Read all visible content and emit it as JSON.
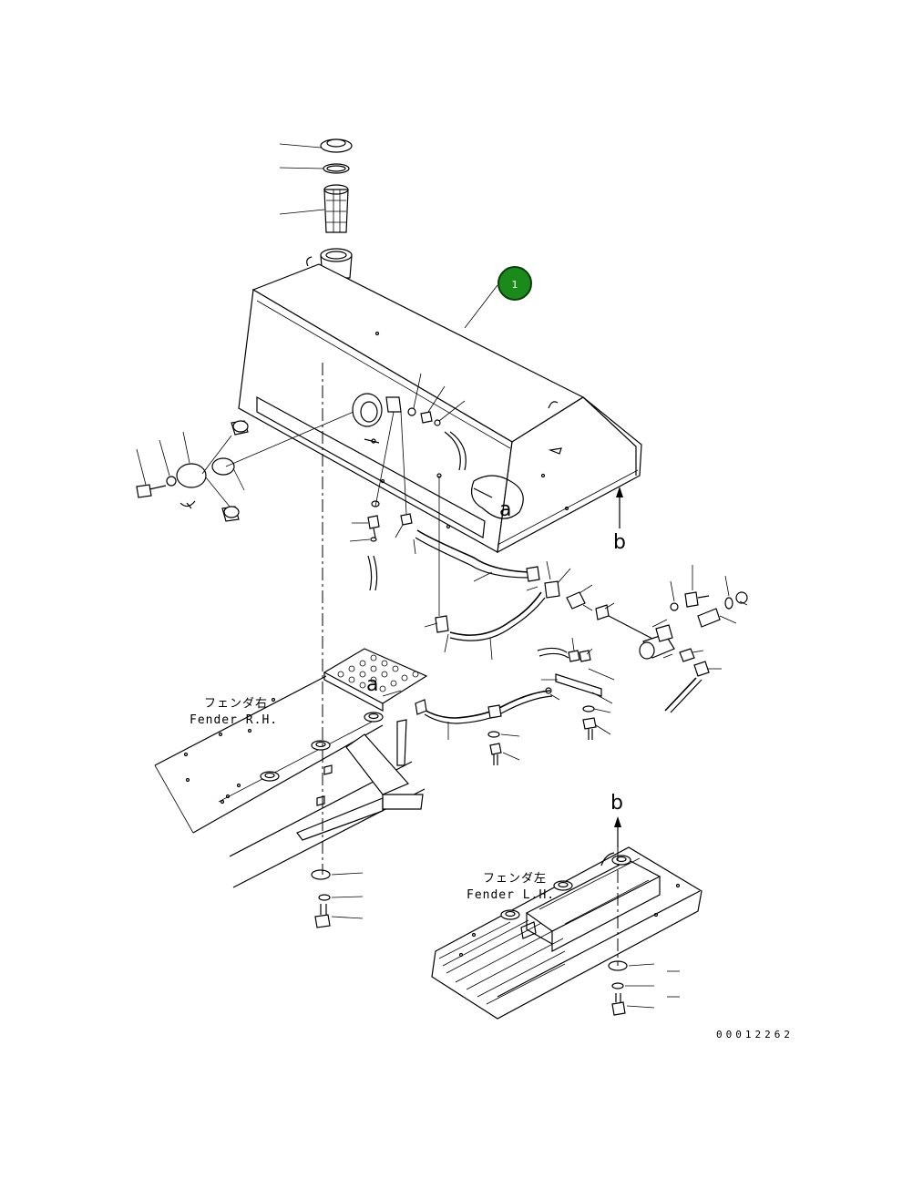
{
  "callout": {
    "number": "1",
    "fill": "#1a8a1a",
    "stroke": "#0b3d0b"
  },
  "labels": {
    "fender_rh_jp": "フェンダ右",
    "fender_rh_en": "Fender R.H.",
    "fender_lh_jp": "フェンダ左",
    "fender_lh_en": "Fender L.H.",
    "view_a": "a",
    "view_b": "b"
  },
  "document_number": "00012262"
}
